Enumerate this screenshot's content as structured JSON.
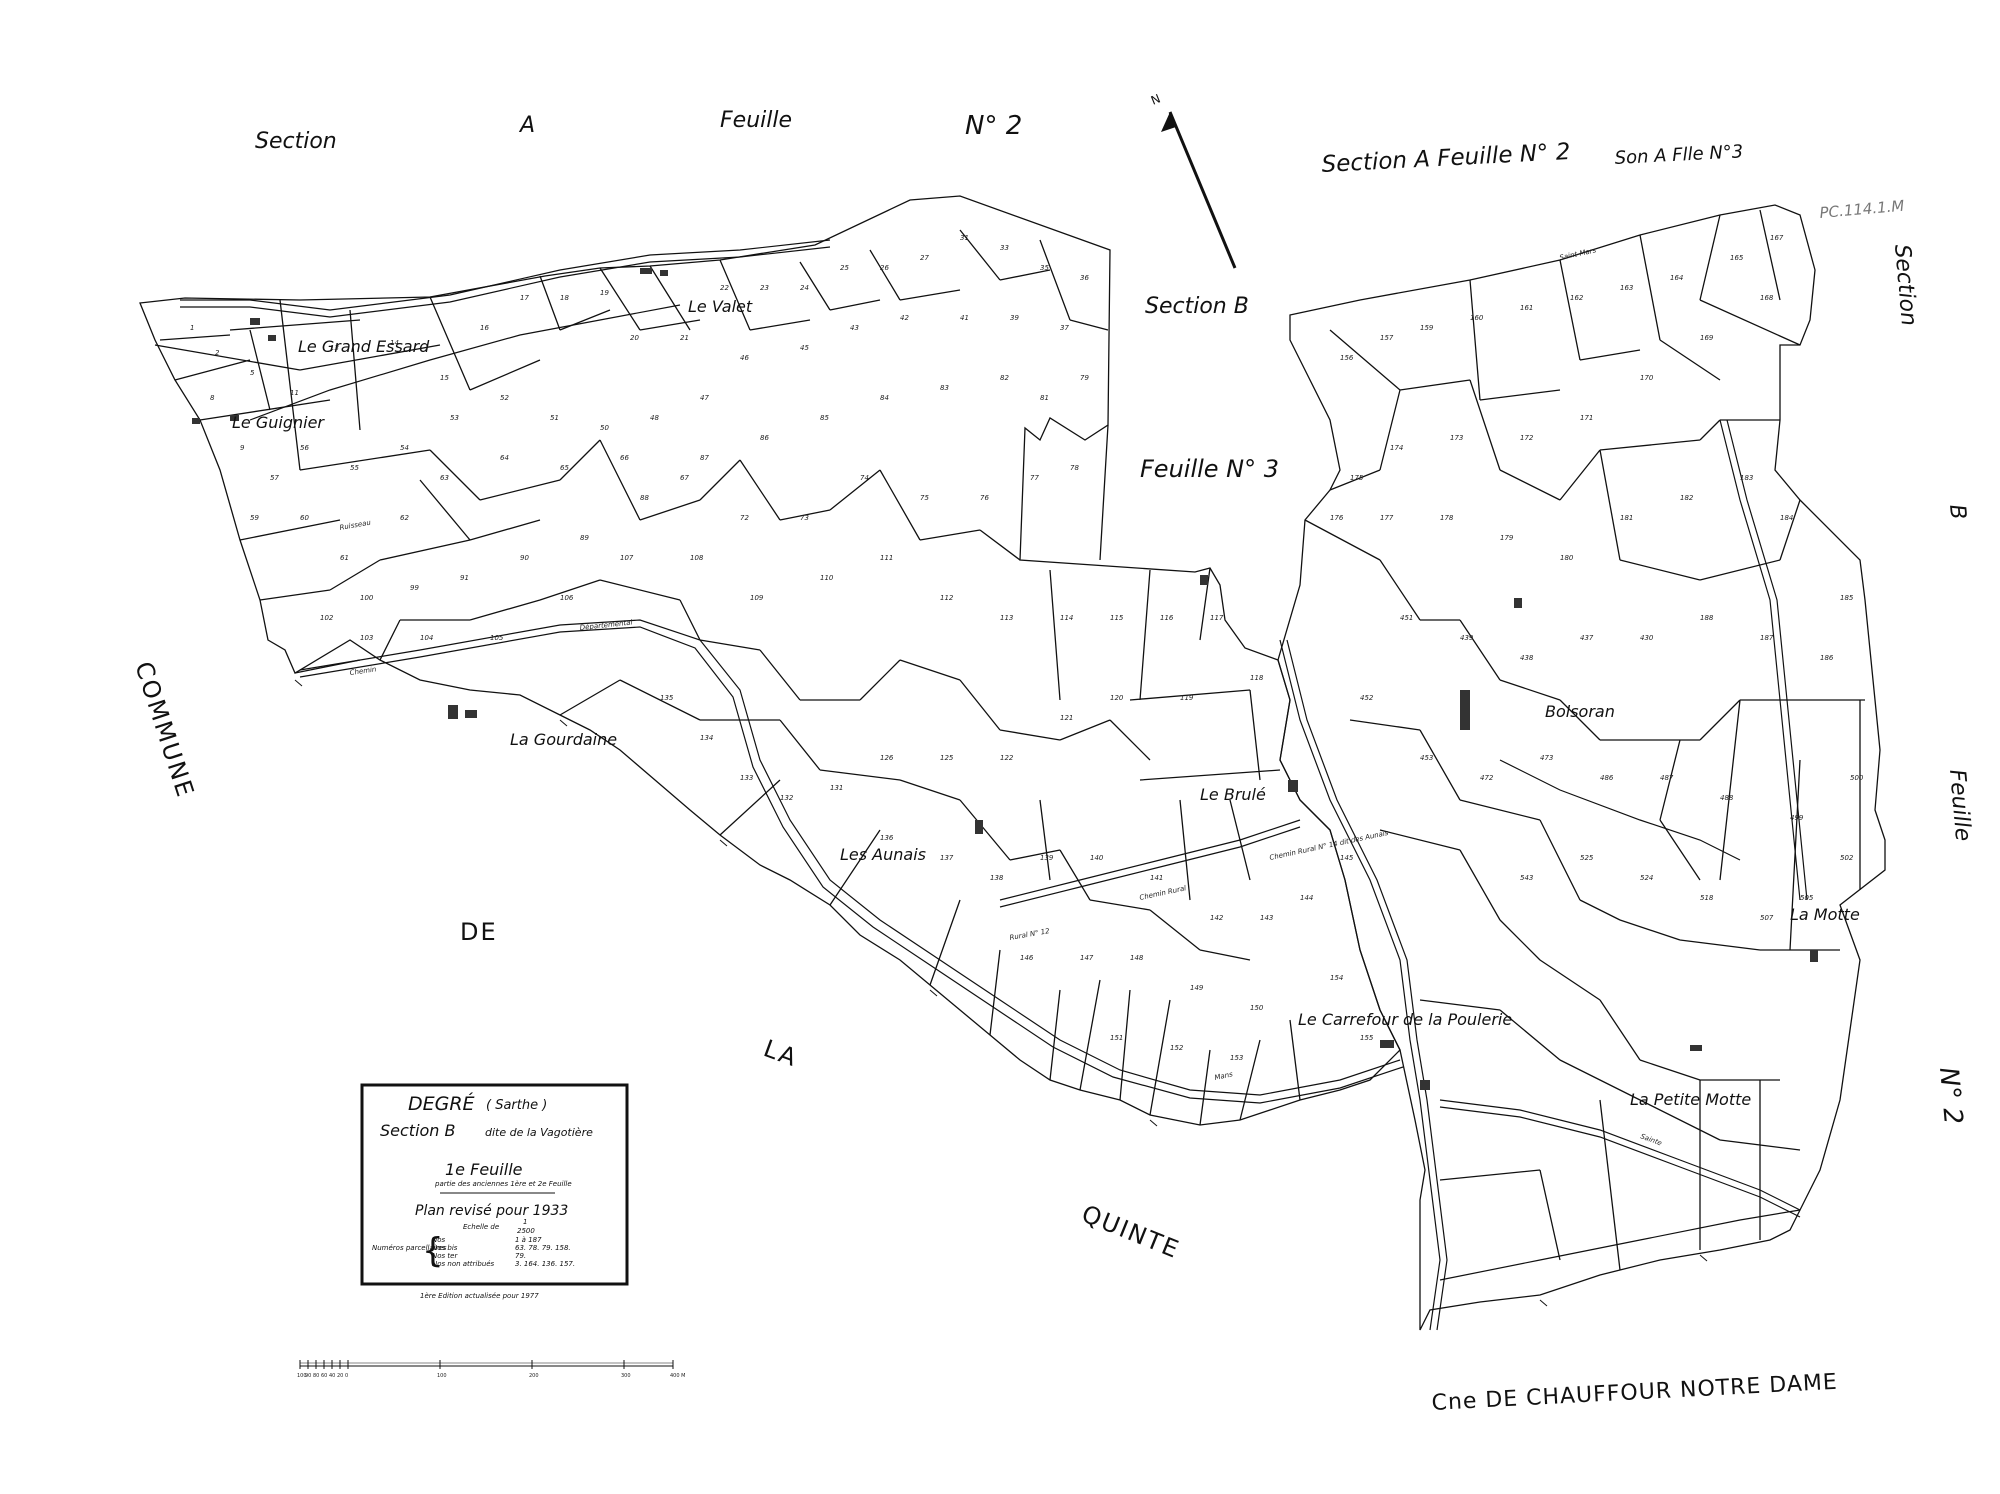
{
  "margin_labels": {
    "top_section": "Section",
    "top_a": "A",
    "top_feuille": "Feuille",
    "top_no2": "N° 2",
    "top_right": "Section A Feuille N° 2",
    "top_right_2": "Son A Flle N°3",
    "center_section_b": "Section B",
    "center_feuille3": "Feuille N° 3",
    "right_section": "Section",
    "right_b": "B",
    "right_feuille": "Feuille",
    "right_no2": "N° 2",
    "stamp": "PC.114.1.M"
  },
  "commune_labels": {
    "commune": "COMMUNE",
    "de": "DE",
    "la": "LA",
    "quinte": "QUINTE",
    "bottom_right": "Cne DE CHAUFFOUR NOTRE DAME"
  },
  "north_label": "N",
  "places": [
    {
      "name": "Le Grand Essard"
    },
    {
      "name": "Le Guignier"
    },
    {
      "name": "Le Valet"
    },
    {
      "name": "La Gourdaine"
    },
    {
      "name": "Les Aunais"
    },
    {
      "name": "Le Brulé"
    },
    {
      "name": "Bolsoran"
    },
    {
      "name": "Le Carrefour de la Poulerie"
    },
    {
      "name": "La Motte"
    },
    {
      "name": "La Petite Motte"
    }
  ],
  "road_labels": [
    "Chemin",
    "Départemental",
    "Chemin Rural",
    "Rural N° 12",
    "Mans",
    "Sainte",
    "Ruisseau",
    "Chemin Rural N° 14 dit des Aunais",
    "Saint-Mars"
  ],
  "parcel_numbers": [
    "1",
    "2",
    "5",
    "8",
    "9",
    "11",
    "13",
    "14",
    "15",
    "16",
    "17",
    "18",
    "19",
    "20",
    "21",
    "22",
    "23",
    "24",
    "25",
    "26",
    "27",
    "31",
    "33",
    "35",
    "36",
    "37",
    "39",
    "41",
    "42",
    "43",
    "45",
    "46",
    "47",
    "48",
    "50",
    "51",
    "52",
    "53",
    "54",
    "55",
    "56",
    "57",
    "59",
    "60",
    "61",
    "62",
    "63",
    "64",
    "65",
    "66",
    "67",
    "72",
    "73",
    "74",
    "75",
    "76",
    "77",
    "78",
    "79",
    "81",
    "82",
    "83",
    "84",
    "85",
    "86",
    "87",
    "88",
    "89",
    "90",
    "91",
    "99",
    "100",
    "102",
    "103",
    "104",
    "105",
    "106",
    "107",
    "108",
    "109",
    "110",
    "111",
    "112",
    "113",
    "114",
    "115",
    "116",
    "117",
    "118",
    "119",
    "120",
    "121",
    "122",
    "125",
    "126",
    "131",
    "132",
    "133",
    "134",
    "135",
    "136",
    "137",
    "138",
    "139",
    "140",
    "141",
    "142",
    "143",
    "144",
    "145",
    "146",
    "147",
    "148",
    "149",
    "150",
    "151",
    "152",
    "153",
    "154",
    "155",
    "156",
    "157",
    "159",
    "160",
    "161",
    "162",
    "163",
    "164",
    "165",
    "167",
    "168",
    "169",
    "170",
    "171",
    "172",
    "173",
    "174",
    "175",
    "176",
    "177",
    "178",
    "179",
    "180",
    "181",
    "182",
    "183",
    "184",
    "185",
    "186",
    "187",
    "188",
    "430",
    "437",
    "438",
    "439",
    "451",
    "452",
    "453",
    "472",
    "473",
    "486",
    "487",
    "488",
    "499",
    "500",
    "502",
    "505",
    "507",
    "518",
    "524",
    "525",
    "543"
  ],
  "cartouche": {
    "title": "DEGRÉ",
    "dept": "( Sarthe )",
    "section": "Section B",
    "section_sub": "dite de la Vagotière",
    "feuille": "1e Feuille",
    "partie": "partie des anciennes 1ère et 2e Feuille",
    "plan": "Plan revisé pour 1933",
    "echelle_label": "Echelle de",
    "echelle_num": "1",
    "echelle_den": "2500",
    "numeros_label": "Numéros parcellaires",
    "rows": [
      {
        "k": "Nos",
        "v": "1 à 187"
      },
      {
        "k": "Nos bis",
        "v": "63. 78. 79. 158."
      },
      {
        "k": "Nos ter",
        "v": "79."
      },
      {
        "k": "Nos non attribués",
        "v": "3. 164. 136. 157."
      }
    ],
    "edition": "1ère Edition actualisée pour 1977"
  },
  "scale_bar": {
    "ticks": [
      "100",
      "90",
      "80",
      "60",
      "40",
      "20",
      "0",
      "100",
      "200",
      "300",
      "400 M"
    ]
  },
  "colors": {
    "ink": "#111111",
    "paper": "#ffffff"
  }
}
